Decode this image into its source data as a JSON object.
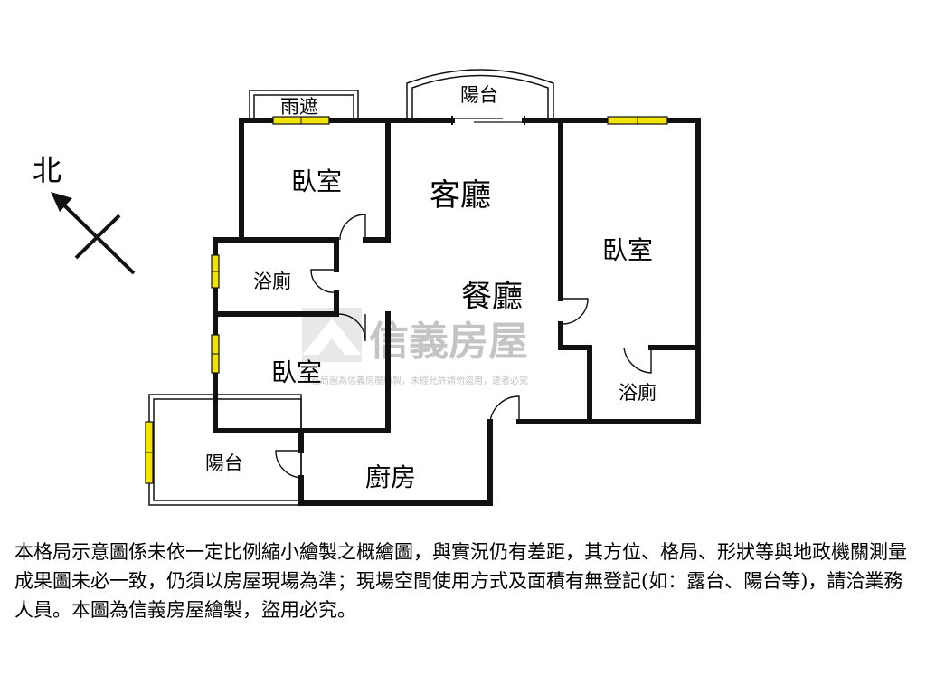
{
  "compass": {
    "label": "北"
  },
  "rooms": {
    "bedroom_top_left": "臥室",
    "living_room": "客廳",
    "bedroom_right": "臥室",
    "bathroom_left": "浴廁",
    "dining_room": "餐廳",
    "bedroom_bottom_left": "臥室",
    "bathroom_right": "浴廁",
    "balcony_left": "陽台",
    "kitchen": "廚房",
    "balcony_top": "陽台",
    "canopy": "雨遮"
  },
  "watermark": {
    "brand": "信義房屋",
    "note": "本格局圖為信義房屋繪製，未經允許請勿盜用，違者必究"
  },
  "disclaimer": "本格局示意圖係未依一定比例縮小繪製之概繪圖，與實況仍有差距，其方位、格局、形狀等與地政機關測量成果圖未必一致，仍須以房屋現場為準；現場空間使用方式及面積有無登記(如：露台、陽台等)，請洽業務人員。本圖為信義房屋繪製，盜用必究。",
  "colors": {
    "wall": "#111111",
    "window": "#f2e400",
    "watermark": "#c4c4c4"
  }
}
